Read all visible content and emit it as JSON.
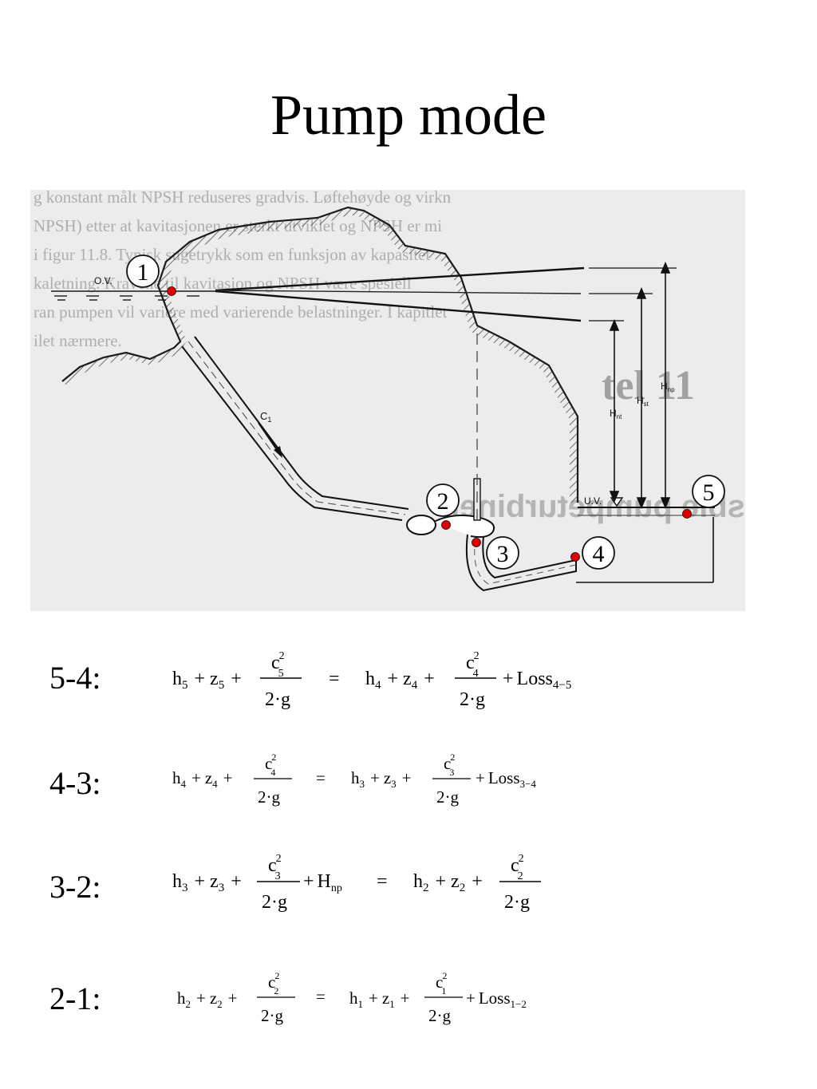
{
  "title": "Pump mode",
  "figure": {
    "labels": {
      "ov": "O.V.",
      "uv": "U.V.",
      "c1": "C",
      "c1_sub": "1",
      "h_nt": "H",
      "h_nt_sub": "nt",
      "h_st": "H",
      "h_st_sub": "st",
      "h_np": "H",
      "h_np_sub": "np"
    },
    "points": [
      "1",
      "2",
      "3",
      "4",
      "5"
    ],
    "point_color": "#e00000",
    "scan_text_lines": [
      "g konstant målt NPSH reduseres gradvis. Løftehøyde og virkn",
      "NPSH) etter at kavitasjonen er sterkt utviklet og NPSH er mi",
      "i figur 11.8. Typisk sugetrykk som en funksjon av kapasitet",
      "kaletning. Kravene til kavitasjon og NPSH være spesiell",
      "ran pumpen vil variere med varierende belastninger. I kapitlet",
      "ilet nærmere."
    ],
    "scan_heading": "tel 11",
    "scan_heading_mirrored": "sble pumpeturbiner"
  },
  "equations": [
    {
      "label": "5-4:",
      "lhs": [
        "5",
        "5",
        "5"
      ],
      "lhs_extra": "",
      "lhs_extra_sub": "",
      "rhs": [
        "4",
        "4",
        "4"
      ],
      "loss": "Loss",
      "loss_sub": "4−5"
    },
    {
      "label": "4-3:",
      "lhs": [
        "4",
        "4",
        "4"
      ],
      "lhs_extra": "",
      "lhs_extra_sub": "",
      "rhs": [
        "3",
        "3",
        "3"
      ],
      "loss": "Loss",
      "loss_sub": "3−4"
    },
    {
      "label": "3-2:",
      "lhs": [
        "3",
        "3",
        "3"
      ],
      "lhs_extra": "H",
      "lhs_extra_sub": "np",
      "rhs": [
        "2",
        "2",
        "2"
      ],
      "loss": "",
      "loss_sub": ""
    },
    {
      "label": "2-1:",
      "lhs": [
        "2",
        "2",
        "2"
      ],
      "lhs_extra": "",
      "lhs_extra_sub": "",
      "rhs": [
        "1",
        "1",
        "1"
      ],
      "loss": "Loss",
      "loss_sub": "1−2"
    }
  ],
  "symbols": {
    "h": "h",
    "z": "z",
    "c": "c",
    "sq": "2",
    "denom": "2·g",
    "plus": "+",
    "eq": "="
  }
}
